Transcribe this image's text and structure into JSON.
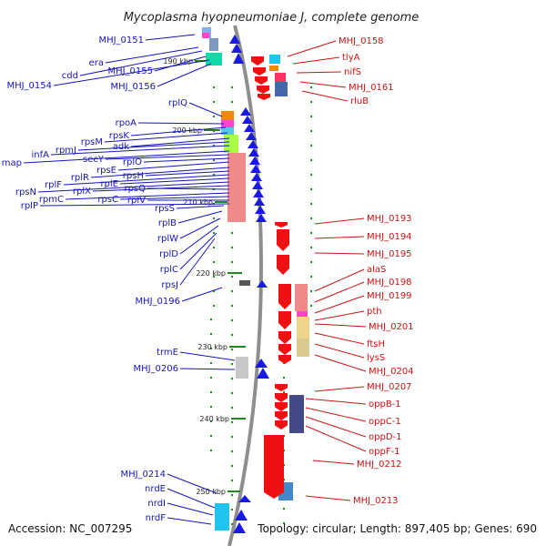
{
  "title": "Mycoplasma hyopneumoniae J, complete genome",
  "footer": {
    "accession": "Accession: NC_007295",
    "topology": "Topology: circular; Length: 897,405 bp; Genes: 690"
  },
  "colors": {
    "forward_strand": "#1919e6",
    "reverse_strand": "#ee1111",
    "left_label": "#1515b8",
    "right_label": "#c81414",
    "tick": "#1f8a1f",
    "backbone": "#888888"
  },
  "ticks": [
    {
      "label": "190 kbp"
    },
    {
      "label": "200 kbp"
    },
    {
      "label": "210 kbp"
    },
    {
      "label": "220 kbp"
    },
    {
      "label": "230 kbp"
    },
    {
      "label": "240 kbp"
    },
    {
      "label": "250 kbp"
    }
  ],
  "left_labels": [
    "MHJ_0151",
    "era",
    "cdd",
    "MHJ_0155",
    "MHJ_0154",
    "MHJ_0156",
    "rplQ",
    "rpoA",
    "rpsK",
    "rpsM",
    "adk",
    "rpmJ",
    "infA",
    "map",
    "secY",
    "rplO",
    "rpsE",
    "rplR",
    "rpsH",
    "rplF",
    "rplE",
    "rpsN",
    "rplX",
    "rpsQ",
    "rpmC",
    "rpsC",
    "rplV",
    "rplP",
    "rpsS",
    "rplB",
    "rplW",
    "rplD",
    "rplC",
    "rpsJ",
    "MHJ_0196",
    "trmE",
    "MHJ_0206",
    "MHJ_0214",
    "nrdE",
    "nrdI",
    "nrdF"
  ],
  "right_labels": [
    "MHJ_0158",
    "tlyA",
    "nifS",
    "MHJ_0161",
    "rluB",
    "MHJ_0193",
    "MHJ_0194",
    "MHJ_0195",
    "alaS",
    "MHJ_0198",
    "MHJ_0199",
    "pth",
    "MHJ_0201",
    "ftsH",
    "lysS",
    "MHJ_0204",
    "MHJ_0207",
    "oppB-1",
    "oppC-1",
    "oppD-1",
    "oppF-1",
    "MHJ_0212",
    "MHJ_0213"
  ]
}
